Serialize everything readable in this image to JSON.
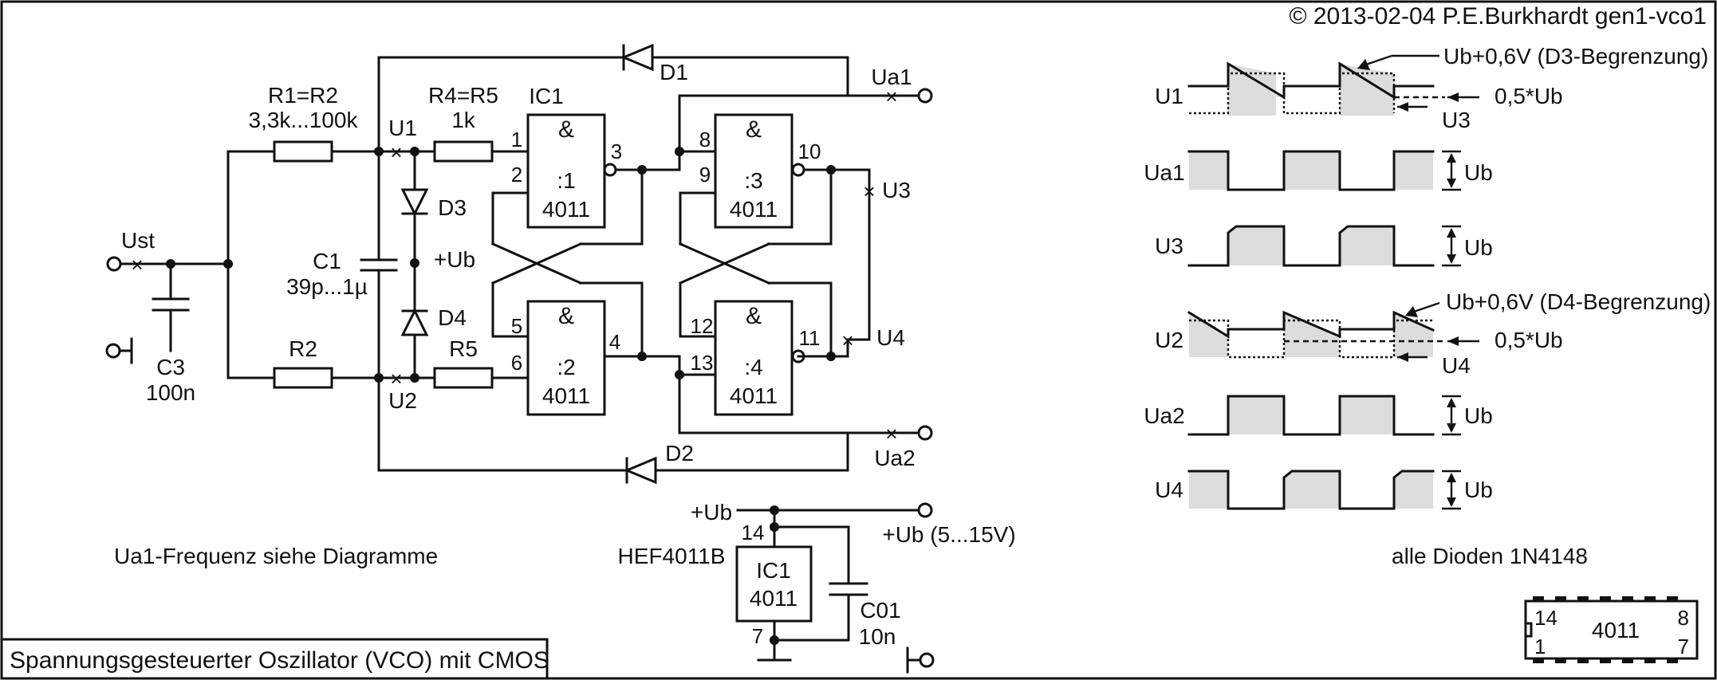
{
  "copyright": "© 2013-02-04 P.E.Burkhardt gen1-vco1",
  "caption": "Spannungsgesteuerter Oszillator (VCO) mit CMOS",
  "note_frequency": "Ua1-Frequenz siehe Diagramme",
  "note_diodes": "alle Dioden 1N4148",
  "components": {
    "r1r2_name": "R1=R2",
    "r1r2_value": "3,3k...100k",
    "r4r5_name": "R4=R5",
    "r4r5_value": "1k",
    "r2": "R2",
    "r5": "R5",
    "c1_name": "C1",
    "c1_value": "39p...1µ",
    "c3_name": "C3",
    "c3_value": "100n",
    "d1": "D1",
    "d2": "D2",
    "d3": "D3",
    "d4": "D4",
    "ic1": "IC1",
    "c01_name": "C01",
    "c01_value": "10n"
  },
  "nodes": {
    "ust": "Ust",
    "u1": "U1",
    "u2": "U2",
    "u3": "U3",
    "u4": "U4",
    "ua1": "Ua1",
    "ua2": "Ua2",
    "ub": "+Ub",
    "ub_supply": "+Ub (5...15V)"
  },
  "gates": [
    {
      "symbol": "&",
      "index": ":1",
      "type": "4011",
      "in1": "1",
      "in2": "2",
      "out": "3"
    },
    {
      "symbol": "&",
      "index": ":2",
      "type": "4011",
      "in1": "5",
      "in2": "6",
      "out": "4"
    },
    {
      "symbol": "&",
      "index": ":3",
      "type": "4011",
      "in1": "8",
      "in2": "9",
      "out": "10"
    },
    {
      "symbol": "&",
      "index": ":4",
      "type": "4011",
      "in1": "12",
      "in2": "13",
      "out": "11"
    }
  ],
  "supply_block": {
    "part": "HEF4011B",
    "name": "IC1",
    "type": "4011",
    "pin_vdd": "14",
    "pin_vss": "7"
  },
  "package": {
    "type": "4011",
    "pin_top_left": "14",
    "pin_bottom_left": "1",
    "pin_top_right": "8",
    "pin_bottom_right": "7"
  },
  "waveforms": {
    "rows": [
      "U1",
      "Ua1",
      "U3",
      "Ua2",
      "U2",
      "U4"
    ],
    "labels": {
      "u1": "U1",
      "ua1": "Ua1",
      "u3": "U3",
      "u2": "U2",
      "ua2": "Ua2",
      "u4": "U4",
      "ub": "Ub",
      "half_ub": "0,5*Ub",
      "d3_limit": "Ub+0,6V (D3-Begrenzung)",
      "d4_limit": "Ub+0,6V (D4-Begrenzung)",
      "u3_ref": "U3",
      "u4_ref": "U4"
    }
  }
}
